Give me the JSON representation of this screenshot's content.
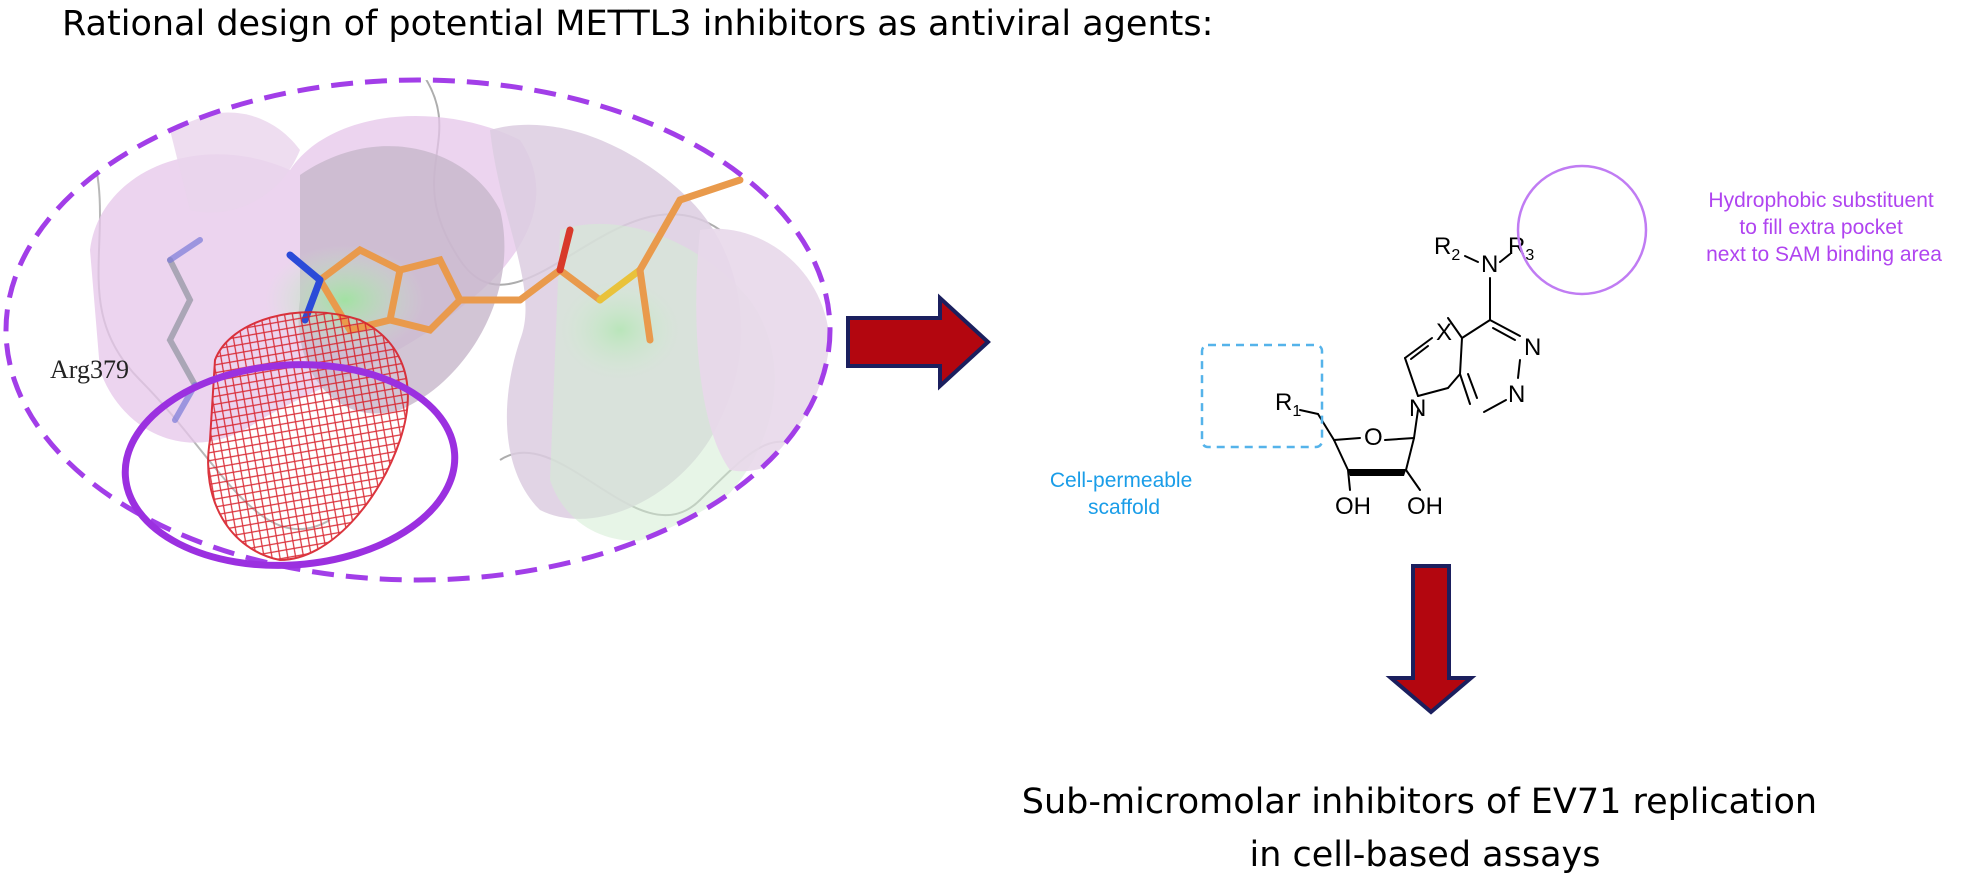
{
  "title": "Rational design of potential METTL3 inhibitors as antiviral agents:",
  "protein_panel": {
    "residue_label": "Arg379"
  },
  "scaffold": {
    "ring_X": "X",
    "ring_N1": "N",
    "ring_N3": "N",
    "ring_N9": "N",
    "ring_O": "O",
    "oh_left": "OH",
    "oh_right": "OH",
    "amine_N": "N",
    "r1": "R",
    "r1_sub": "1",
    "r2": "R",
    "r2_sub": "2",
    "r3": "R",
    "r3_sub": "3"
  },
  "annotations": {
    "cell_permeable": [
      "Cell-permeable",
      "scaffold"
    ],
    "hydrophobic": [
      "Hydrophobic substituent",
      "to fill extra pocket",
      "next to SAM binding area"
    ]
  },
  "result": [
    "Sub-micromolar inhibitors of EV71 replication",
    "in cell-based assays"
  ],
  "colors": {
    "dashed_ellipse": "#a23ee8",
    "pocket_ellipse": "#9b30e0",
    "arrow_fill": "#b3060f",
    "arrow_stroke": "#1b1f5e",
    "mesh": "#d8202a",
    "blue_note": "#1a9de8",
    "purple_note": "#b044f0"
  }
}
